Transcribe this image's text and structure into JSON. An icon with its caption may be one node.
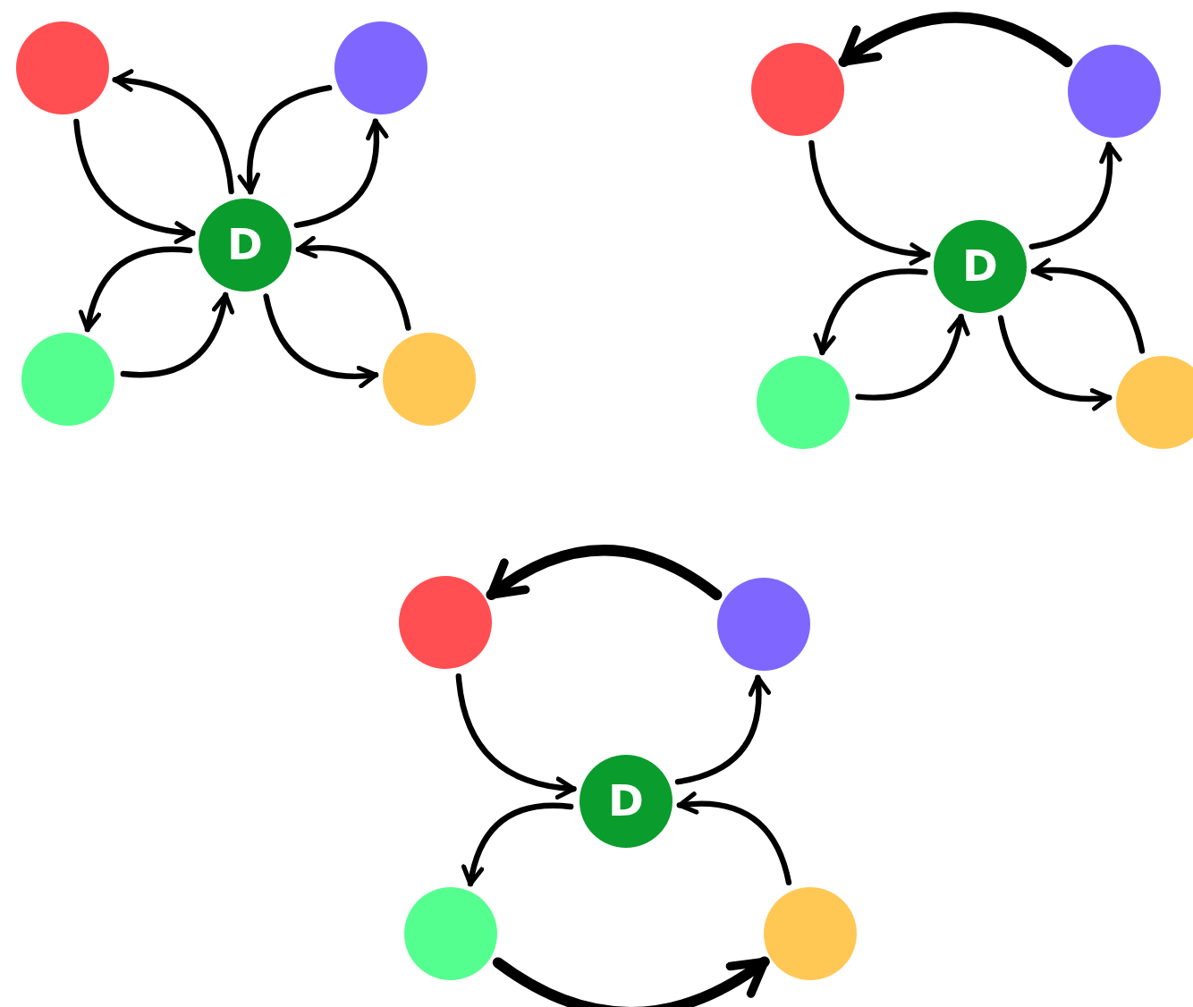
{
  "diagram": {
    "nodes": [
      {
        "text": [],
        "shape": "circle"
      },
      {
        "text": [],
        "shape": "circle"
      },
      {
        "text": [
          "D"
        ]
      },
      {
        "text": [],
        "shape": "circle"
      },
      {
        "text": [],
        "shape": "circle"
      },
      {
        "text": [],
        "shape": "circle"
      },
      {
        "text": [],
        "shape": "circle"
      },
      {
        "text": [
          "D"
        ]
      },
      {
        "text": [],
        "shape": "circle"
      },
      {
        "text": [],
        "shape": "circle"
      },
      {
        "text": [],
        "shape": "circle"
      },
      {
        "text": [],
        "shape": "circle"
      },
      {
        "text": [
          "D"
        ]
      },
      {
        "text": [],
        "shape": "circle"
      },
      {
        "text": [],
        "shape": "circle"
      }
    ],
    "edges": [
      {
        "from": 0,
        "to": 2,
        "arrow": "to"
      },
      {
        "from": 2,
        "to": 0,
        "arrow": "to"
      },
      {
        "from": 1,
        "to": 2,
        "arrow": "to"
      },
      {
        "from": 2,
        "to": 1,
        "arrow": "to"
      },
      {
        "from": 3,
        "to": 2,
        "arrow": "to"
      },
      {
        "from": 2,
        "to": 3,
        "arrow": "to"
      },
      {
        "from": 4,
        "to": 2,
        "arrow": "to"
      },
      {
        "from": 2,
        "to": 4,
        "arrow": "to"
      },
      {
        "from": 6,
        "to": 5,
        "arrow": "to",
        "style": "thick"
      },
      {
        "from": 5,
        "to": 7,
        "arrow": "to"
      },
      {
        "from": 7,
        "to": 6,
        "arrow": "to"
      },
      {
        "from": 8,
        "to": 7,
        "arrow": "to"
      },
      {
        "from": 7,
        "to": 8,
        "arrow": "to"
      },
      {
        "from": 9,
        "to": 7,
        "arrow": "to"
      },
      {
        "from": 7,
        "to": 9,
        "arrow": "to"
      },
      {
        "from": 11,
        "to": 10,
        "arrow": "to",
        "style": "thick"
      },
      {
        "from": 10,
        "to": 12,
        "arrow": "to"
      },
      {
        "from": 12,
        "to": 11,
        "arrow": "to"
      },
      {
        "from": 12,
        "to": 13,
        "arrow": "to"
      },
      {
        "from": 14,
        "to": 12,
        "arrow": "to"
      },
      {
        "from": 13,
        "to": 14,
        "arrow": "to",
        "style": "thick"
      }
    ]
  }
}
